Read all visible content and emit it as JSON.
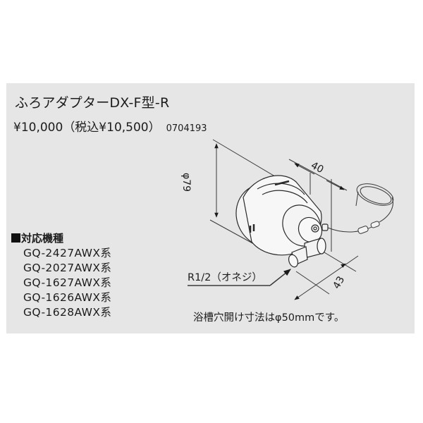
{
  "product": {
    "title": "ふろアダプターDX-F型-R",
    "price": "¥10,000",
    "price_with_tax": "（税込¥10,500）",
    "product_code": "0704193"
  },
  "compatible_models": {
    "heading": "対応機種",
    "heading_icon": "black-square-icon",
    "items": [
      "GQ-2427AWX系",
      "GQ-2027AWX系",
      "GQ-1627AWX系",
      "GQ-1626AWX系",
      "GQ-1628AWX系"
    ]
  },
  "diagram": {
    "dimensions": {
      "diameter": "φ79",
      "depth": "40",
      "fitting_length": "43"
    },
    "thread_label": "R1/2（オネジ）",
    "note": "浴槽穴開け寸法はφ50mmです。"
  },
  "colors": {
    "panel_background": "#e6e6e6",
    "page_background": "#ffffff",
    "text": "#1c1c1c",
    "line": "#3a3a3a"
  }
}
